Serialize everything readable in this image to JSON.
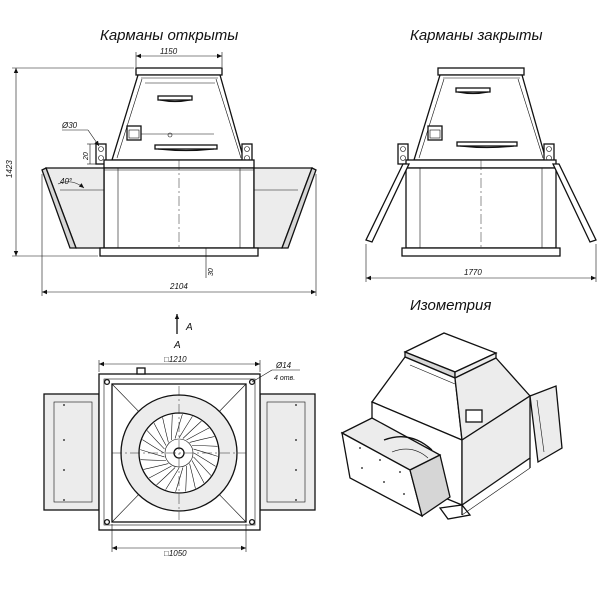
{
  "views": {
    "front_open": {
      "title": "Карманы открыты"
    },
    "front_closed": {
      "title": "Карманы закрыты"
    },
    "isometric": {
      "title": "Изометрия"
    },
    "view_a": {
      "arrow_label": "A",
      "section_label": "A"
    }
  },
  "dimensions": {
    "top_width": "1150",
    "height_total": "1423",
    "pipe_diameter": "Ø30",
    "offset_20": "20",
    "angle": "40°",
    "base_30": "30",
    "width_open": "2104",
    "width_closed": "1770",
    "square_outer": "□1210",
    "hole_diameter": "Ø14",
    "hole_count": "4 отв.",
    "square_inner": "□1050"
  }
}
